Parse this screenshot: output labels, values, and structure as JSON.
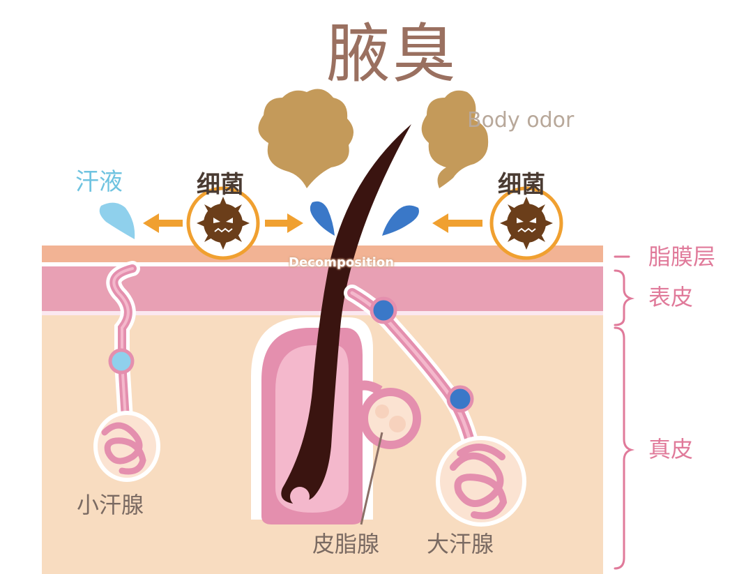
{
  "title": "腋臭",
  "odor_label": "Body odor",
  "sweat_label": "汗液",
  "bacteria_left_label": "细菌",
  "bacteria_right_label": "细菌",
  "decomposition_label": "Decomposition",
  "layers": {
    "lipid_film": "脂膜层",
    "epidermis": "表皮",
    "dermis": "真皮"
  },
  "glands": {
    "eccrine": "小汗腺",
    "sebaceous": "皮脂腺",
    "apocrine": "大汗腺"
  },
  "colors": {
    "title": "#9a7060",
    "sweat_drop": "#8fd0ec",
    "sweat_label": "#6fc3e0",
    "bacteria": "#6b3e1a",
    "arrow": "#f0a030",
    "lipid_layer": "#f2b394",
    "epidermis": "#e8a0b4",
    "dermis": "#f8dcc0",
    "hair": "#3a1410",
    "odor_cloud": "#c49a5a",
    "apocrine_drop": "#3a78c8",
    "layer_label": "#e07a9a"
  }
}
